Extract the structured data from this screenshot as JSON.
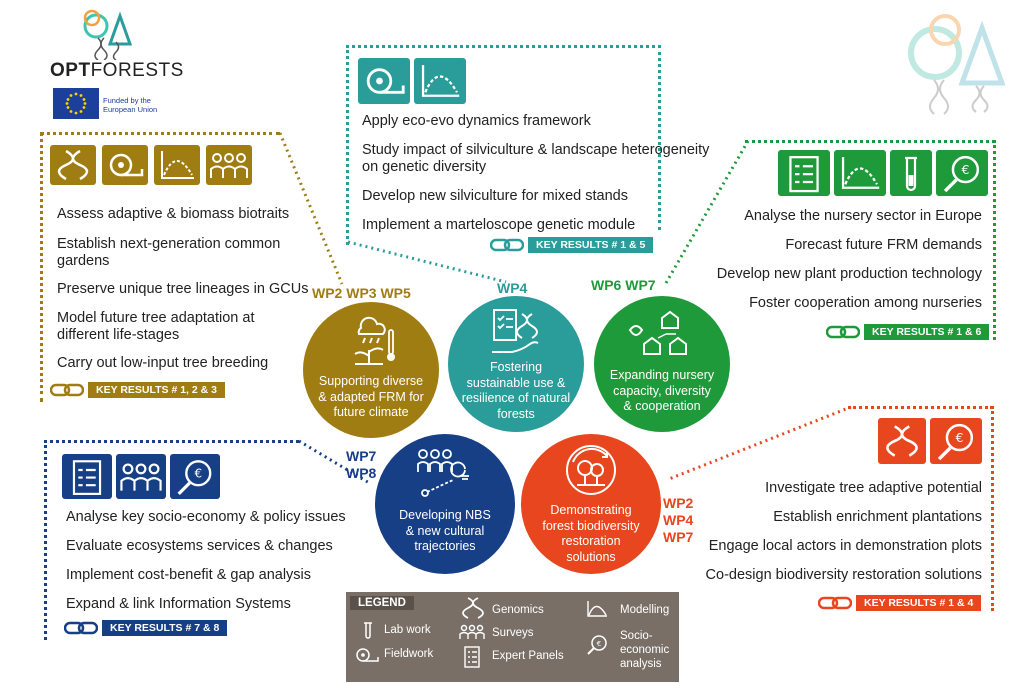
{
  "logo": {
    "name": "OPTFORESTS",
    "name_bold": "OPT",
    "name_rest": "FORESTS",
    "funded": "Funded by the European Union"
  },
  "colors": {
    "olive": "#a07d12",
    "teal": "#2a9d9a",
    "green": "#1f9a3a",
    "navy": "#163f86",
    "orange": "#e8461e",
    "legend_bg": "#7a6f66"
  },
  "olive_block": {
    "icons": [
      "genomics-icon",
      "fieldwork-icon",
      "modelling-icon",
      "surveys-icon"
    ],
    "items": [
      "Assess adaptive & biomass biotraits",
      "Establish next-generation common",
      "gardens",
      "Preserve unique tree lineages in GCUs",
      "Model future tree adaptation at",
      "different life-stages",
      "Carry out low-input tree breeding"
    ],
    "key_results": "KEY RESULTS # 1, 2 & 3"
  },
  "teal_block": {
    "icons": [
      "fieldwork-icon",
      "modelling-icon"
    ],
    "items": [
      "Apply eco-evo dynamics framework",
      "Study impact of silviculture & landscape heterogeneity",
      "on genetic diversity",
      "Develop new silviculture for mixed stands",
      "Implement a marteloscope genetic module"
    ],
    "key_results": "KEY RESULTS # 1 & 5"
  },
  "green_block": {
    "icons": [
      "expert-panels-icon",
      "modelling-icon",
      "lab-work-icon",
      "socio-economic-icon"
    ],
    "items": [
      "Analyse the nursery sector in Europe",
      "Forecast future FRM demands",
      "Develop new plant production technology",
      "Foster cooperation among nurseries"
    ],
    "key_results": "KEY RESULTS # 1 & 6"
  },
  "navy_block": {
    "icons": [
      "expert-panels-icon",
      "surveys-icon",
      "socio-economic-icon"
    ],
    "items": [
      "Analyse key socio-economy & policy issues",
      "Evaluate ecosystems services & changes",
      "Implement cost-benefit & gap analysis",
      "Expand & link Information Systems"
    ],
    "key_results": "KEY RESULTS # 7 & 8"
  },
  "orange_block": {
    "icons": [
      "genomics-icon",
      "socio-economic-icon"
    ],
    "items": [
      "Investigate tree adaptive potential",
      "Establish enrichment plantations",
      "Engage local actors in demonstration plots",
      "Co-design biodiversity restoration solutions"
    ],
    "key_results": "KEY RESULTS # 1 & 4"
  },
  "circles": [
    {
      "wp": "WP2 WP3 WP5",
      "text": [
        "Supporting diverse",
        "& adapted FRM for",
        "future climate"
      ]
    },
    {
      "wp": "WP4",
      "text": [
        "Fostering",
        "sustainable use &",
        "resilience of natural",
        "forests"
      ]
    },
    {
      "wp": "WP6 WP7",
      "text": [
        "Expanding nursery",
        "capacity, diversity",
        "& cooperation"
      ]
    },
    {
      "wp_lines": [
        "WP7",
        "WP8"
      ],
      "text": [
        "Developing NBS",
        "& new cultural",
        "trajectories"
      ]
    },
    {
      "wp_lines": [
        "WP2",
        "WP4",
        "WP7"
      ],
      "text": [
        "Demonstrating",
        "forest biodiversity",
        "restoration",
        "solutions"
      ]
    }
  ],
  "legend": {
    "title": "LEGEND",
    "items": [
      "Lab work",
      "Fieldwork",
      "Genomics",
      "Surveys",
      "Expert Panels",
      "Modelling",
      "Socio-",
      "economic",
      "analysis"
    ]
  }
}
